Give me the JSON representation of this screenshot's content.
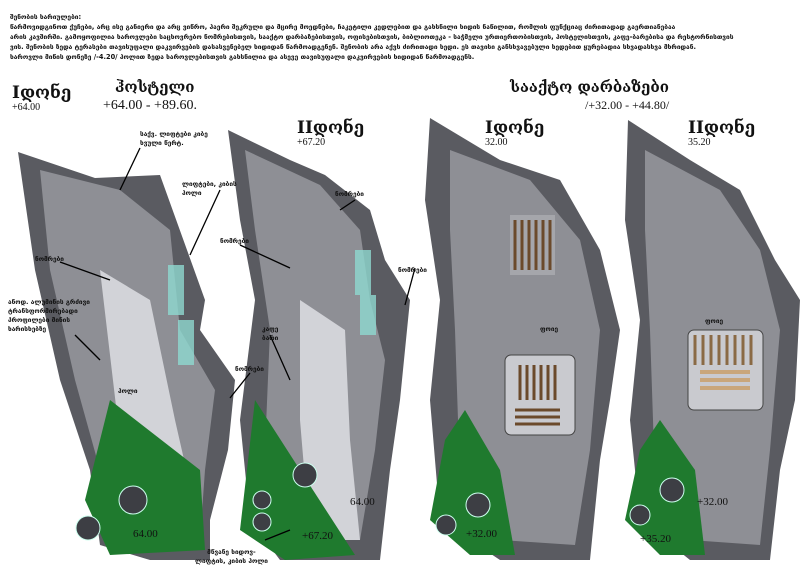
{
  "intro": {
    "title": "შენობის ხარიულები:",
    "lines": [
      "წარმოვიდგინოთ ქუჩები, არც ისე განიერი და არც ვიწრო, ჰაერი შეკრული და მცირე მოედნები, ჩაკეტილი კედლებით და გახსნილი ხიდის ნაწილით, რომლის ფუნქციაც ძირითადად გაერთიანებაა",
      "არის კავშირში. გამოყოფილია ხაროვლები საცხოვრებო ნომრებისთვის, სააქტო დარბაზებისთვის, ოფისებისთვის, ბიბლიოთეკა - საჭმელი ურთიერთობისთვის, ჰოსტელისთვის, კაფე-ბარებისა და რესტორნისთვის",
      "ვის. შენობის ზედა ტერასები თავისუფალი დაკვირვების დასასვენებელ ხიდიდან წარმოადგენენ. შენობის არა აქვს ძირითადი ხედი. ეს თავისი განსხვავებული ხედებით ყურებადია სხვადასხვა მხრიდან.",
      "ხაროვლი მიწის დონეზე /-4.20/ ჰოლით ზედა ხაროვლებისთვის გახსნილია და ასევე თავისუფალი დაკვირვების ხიდიდან წარმოადგენს."
    ]
  },
  "hostel": {
    "title": "ჰოსტელი",
    "range": "+64.00  -  +89.60.",
    "level1": {
      "name": "Iდონე",
      "elev": "+64.00"
    },
    "level2": {
      "name": "IIდონე",
      "elev": "+67.20"
    }
  },
  "halls": {
    "title": "სააქტო  დარბაზები",
    "range": "/+32.00  -  +44.80/",
    "level1": {
      "name": "Iდონე",
      "elev": "32.00"
    },
    "level2": {
      "name": "IIდონე",
      "elev": "35.20"
    }
  },
  "labels": {
    "stairs": [
      "საქვ. ლიფტები კიბე",
      "ხვული წერტ."
    ],
    "lifts": [
      "ლიფტები, კიბის",
      "ჰოლი"
    ],
    "rooms": "ნომრები",
    "facade": [
      "ანოდ. ალუმინის გრძივი",
      "ტრანსფორმირებადი",
      "პროფილები მინის",
      "ხარისხებზე"
    ],
    "hall": "ჰოლი",
    "cafe": [
      "კაფე",
      "ბარი"
    ],
    "green": [
      "მწვანე ხიდოვ-",
      "ლიფტის, კიბის ჰოლი"
    ],
    "foyer": "ფოიე"
  },
  "elevations": {
    "p1": "64.00",
    "p2a": "64.00",
    "p2b": "+67.20",
    "p3": "+32.00",
    "p4a": "+32.00",
    "p4b": "+35.20"
  },
  "colors": {
    "green": "#1f7a2e",
    "dark": "#55565c",
    "mid": "#8d8e94",
    "light": "#c9cacf",
    "glass": "#8fd8cf"
  }
}
